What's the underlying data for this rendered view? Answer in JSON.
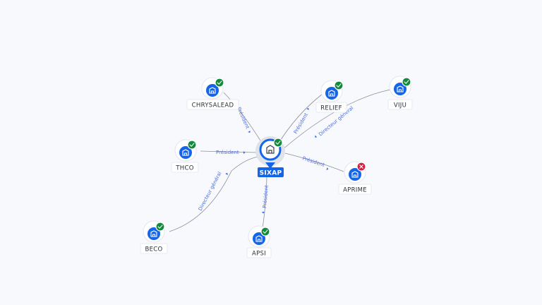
{
  "graph": {
    "center": {
      "label": "SIXAP",
      "status": "ok"
    },
    "nodes": [
      {
        "id": "chrysalead",
        "label": "CHRYSALEAD",
        "status": "ok"
      },
      {
        "id": "relief",
        "label": "RELIEF",
        "status": "ok"
      },
      {
        "id": "viju",
        "label": "VIJU",
        "status": "ok"
      },
      {
        "id": "thco",
        "label": "THCO",
        "status": "ok"
      },
      {
        "id": "aprime",
        "label": "APRIME",
        "status": "inactive"
      },
      {
        "id": "beco",
        "label": "BECO",
        "status": "ok"
      },
      {
        "id": "apsi",
        "label": "APSI",
        "status": "ok"
      }
    ],
    "edges": [
      {
        "from": "chrysalead",
        "label": "Président"
      },
      {
        "from": "relief",
        "label": "Président"
      },
      {
        "from": "viju",
        "label": "Directeur général"
      },
      {
        "from": "thco",
        "label": "Président"
      },
      {
        "from": "aprime",
        "label": "Président"
      },
      {
        "from": "beco",
        "label": "Directeur général"
      },
      {
        "from": "apsi",
        "label": "Président"
      }
    ],
    "icons": {
      "node": "building-icon",
      "badge_ok": "check-icon",
      "badge_inactive": "cross-icon"
    },
    "colors": {
      "node": "#1565e8",
      "badge_ok": "#128a3c",
      "badge_inactive": "#d61f3e",
      "edge_label": "#4a6ee0",
      "edge": "#8a8f9c"
    }
  }
}
